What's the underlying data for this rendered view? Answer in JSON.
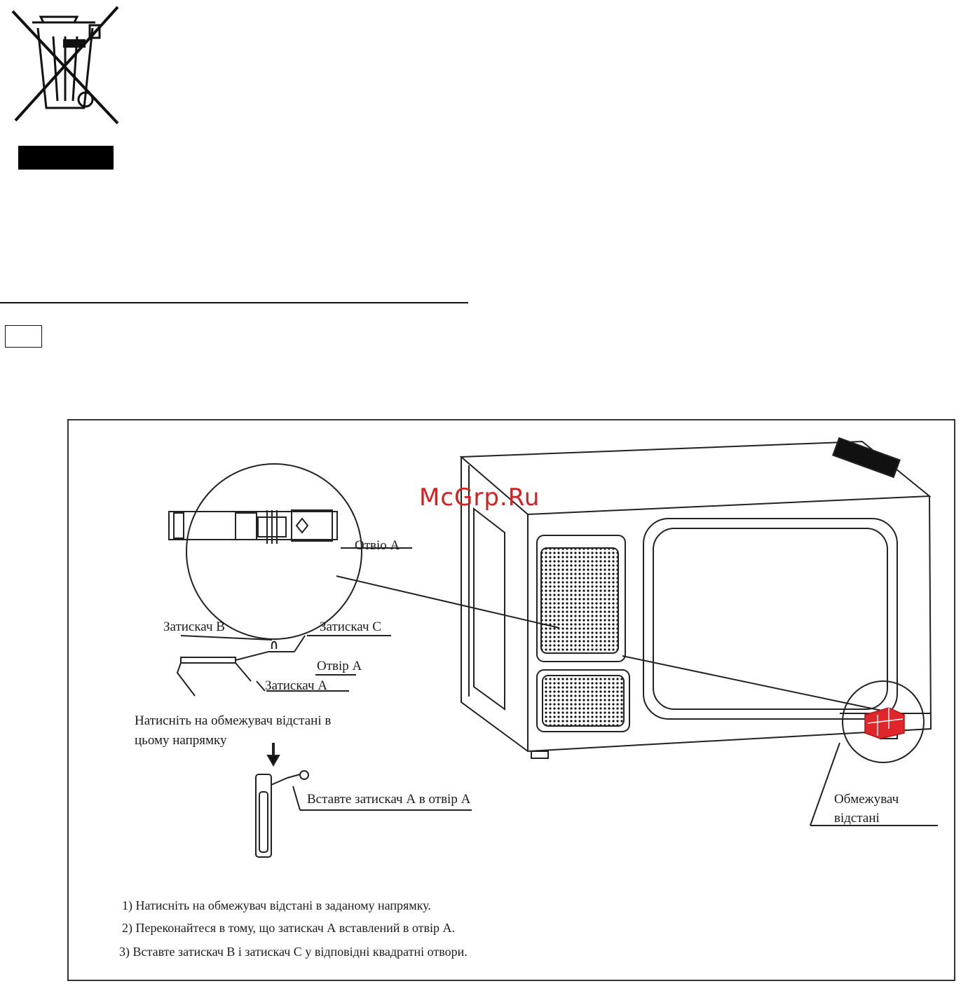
{
  "watermark": "McGrp.Ru",
  "figure": {
    "labels": {
      "hole_a_detail": "Отвіо А",
      "clip_b": "Затискач В",
      "clip_c": "Затискач С",
      "hole_a": "Отвір А",
      "clip_a": "Затискач А",
      "press_line1": "Натисніть на обмежувач відстані в",
      "press_line2": "цьому напрямку",
      "insert": "Вставте затискач А в отвір А",
      "limiter_line1": "Обмежувач",
      "limiter_line2": "відстані"
    },
    "steps": [
      "1) Натисніть на обмежувач відстані в заданому напрямку.",
      "2) Переконайтеся в тому, що затискач А вставлений в отвір А.",
      "3) Вставте затискач В і затискач С у відповідні квадратні отвори."
    ]
  },
  "colors": {
    "watermark": "#d81e1e",
    "highlight": "#e0262a",
    "ink": "#111111"
  }
}
